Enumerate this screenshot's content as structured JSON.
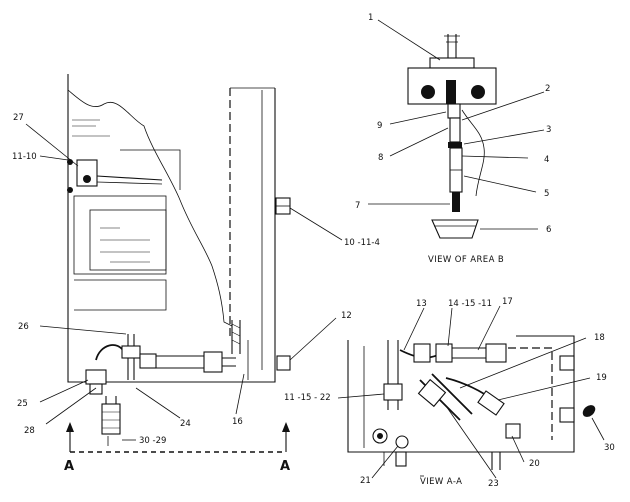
{
  "labels": {
    "l1": "1",
    "l2": "2",
    "l3": "3",
    "l4": "4",
    "l5": "5",
    "l6": "6",
    "l7": "7",
    "l8": "8",
    "l9": "9",
    "l10_11_4": "10 -11-4",
    "l11_10": "11-10",
    "l11_15_22": "11 -15 - 22",
    "l12": "12",
    "l13": "13",
    "l14_15_11": "14 -15 -11",
    "l16": "16",
    "l17": "17",
    "l18": "18",
    "l19": "19",
    "l20": "20",
    "l21": "21",
    "l23": "23",
    "l24": "24",
    "l25": "25",
    "l26": "26",
    "l27": "27",
    "l28": "28",
    "l30_29": "30  -29",
    "l30": "30"
  },
  "captions": {
    "view_area_b": "VIEW OF AREA B",
    "view_a_a": "VIEW A-A"
  },
  "section_markers": {
    "left": "A",
    "right": "A"
  }
}
